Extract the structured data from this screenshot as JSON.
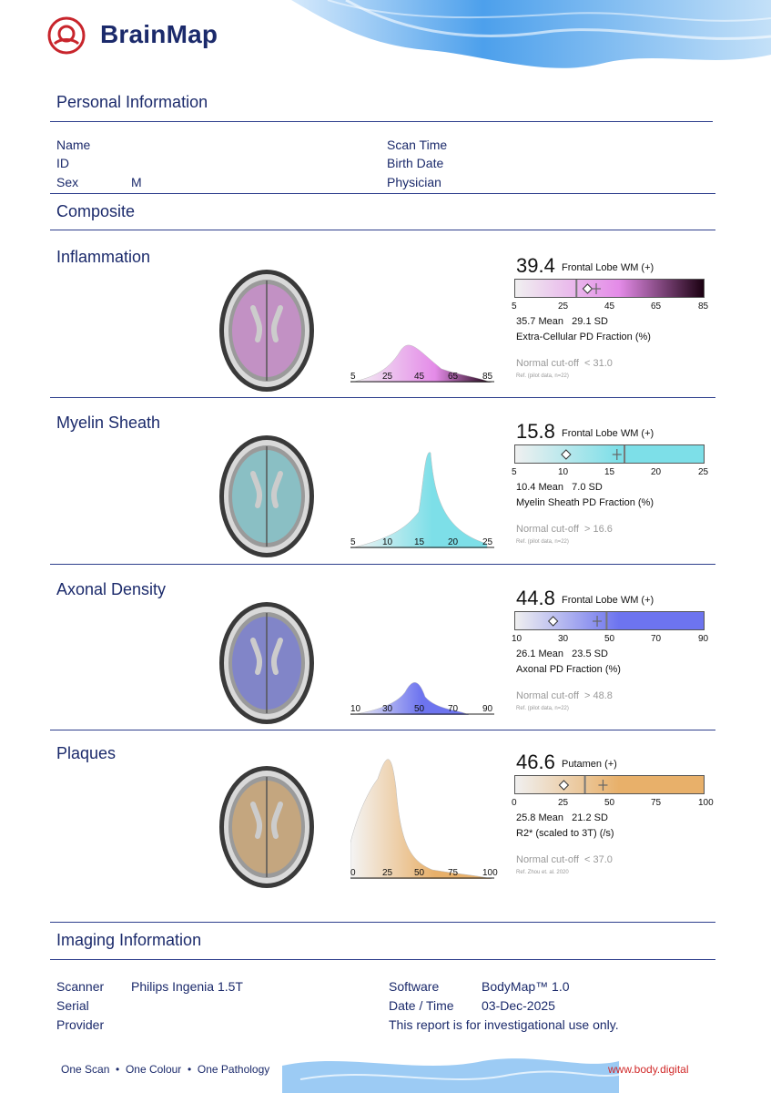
{
  "header": {
    "brand": "BrainMap"
  },
  "colors": {
    "primary": "#1b2a6b",
    "rule": "#2d3e8c",
    "footer_accent": "#d12a2a"
  },
  "personal": {
    "title": "Personal Information",
    "name_label": "Name",
    "id_label": "ID",
    "sex_label": "Sex",
    "sex_value": "M",
    "scan_time_label": "Scan Time",
    "birth_date_label": "Birth Date",
    "physician_label": "Physician"
  },
  "composite": {
    "title": "Composite"
  },
  "panels": [
    {
      "title": "Inflammation",
      "value": "39.4",
      "region": "Frontal Lobe WM (+)",
      "scale_ticks": [
        "5",
        "25",
        "45",
        "65",
        "85"
      ],
      "histogram_ticks": [
        "5",
        "25",
        "45",
        "65",
        "85"
      ],
      "mean_sd": "35.7 Mean   29.1 SD",
      "measure": "Extra-Cellular PD Fraction (%)",
      "cutoff": "Normal cut-off  < 31.0",
      "ref": "Ref. (pilot data, n=22)",
      "color": "#e48be8",
      "end_color": "#1a0010",
      "scale_min": 5,
      "scale_max": 85,
      "value_num": 39.4,
      "mean_num": 35.7,
      "cutoff_num": 31.0
    },
    {
      "title": "Myelin Sheath",
      "value": "15.8",
      "region": "Frontal Lobe WM (+)",
      "scale_ticks": [
        "5",
        "10",
        "15",
        "20",
        "25"
      ],
      "histogram_ticks": [
        "5",
        "10",
        "15",
        "20",
        "25"
      ],
      "mean_sd": "10.4 Mean   7.0 SD",
      "measure": "Myelin Sheath PD Fraction (%)",
      "cutoff": "Normal cut-off  > 16.6",
      "ref": "Ref. (pilot data, n=22)",
      "color": "#7ddfe8",
      "end_color": "#7ddfe8",
      "scale_min": 5,
      "scale_max": 25,
      "value_num": 15.8,
      "mean_num": 10.4,
      "cutoff_num": 16.6
    },
    {
      "title": "Axonal Density",
      "value": "44.8",
      "region": "Frontal Lobe WM (+)",
      "scale_ticks": [
        "10",
        "30",
        "50",
        "70",
        "90"
      ],
      "histogram_ticks": [
        "10",
        "30",
        "50",
        "70",
        "90"
      ],
      "mean_sd": "26.1 Mean   23.5 SD",
      "measure": "Axonal PD Fraction (%)",
      "cutoff": "Normal cut-off  > 48.8",
      "ref": "Ref. (pilot data, n=22)",
      "color": "#6d74ef",
      "end_color": "#6d74ef",
      "scale_min": 10,
      "scale_max": 90,
      "value_num": 44.8,
      "mean_num": 26.1,
      "cutoff_num": 48.8
    },
    {
      "title": "Plaques",
      "value": "46.6",
      "region": "Putamen (+)",
      "scale_ticks": [
        "0",
        "25",
        "50",
        "75",
        "100"
      ],
      "histogram_ticks": [
        "0",
        "25",
        "50",
        "75",
        "100"
      ],
      "mean_sd": "25.8 Mean   21.2 SD",
      "measure": "R2* (scaled to 3T) (/s)",
      "cutoff": "Normal cut-off  < 37.0",
      "ref": "Ref. Zhou et. al. 2020",
      "color": "#e8b06a",
      "end_color": "#e8b06a",
      "scale_min": 0,
      "scale_max": 100,
      "value_num": 46.6,
      "mean_num": 25.8,
      "cutoff_num": 37.0
    }
  ],
  "imaging": {
    "title": "Imaging Information",
    "scanner_label": "Scanner",
    "scanner_value": "Philips Ingenia 1.5T",
    "serial_label": "Serial",
    "provider_label": "Provider",
    "software_label": "Software",
    "software_value": "BodyMap™ 1.0",
    "datetime_label": "Date / Time",
    "datetime_value": "03-Dec-2025",
    "disclaimer": "This report is for investigational use only."
  },
  "footer": {
    "slogan_parts": [
      "One Scan",
      "One Colour",
      "One Pathology"
    ],
    "website": "www.body.digital"
  }
}
